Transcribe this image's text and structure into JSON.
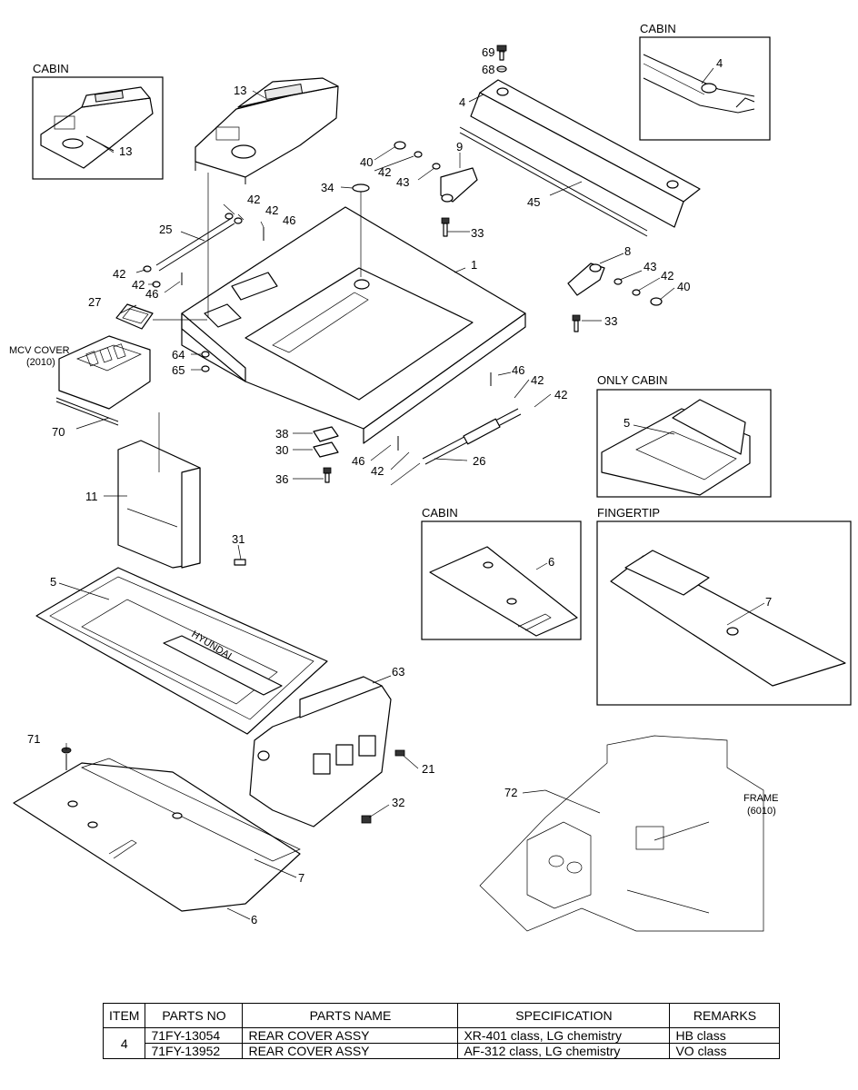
{
  "inset_titles": {
    "cabin_top_left": "CABIN",
    "cabin_top_right": "CABIN",
    "only_cabin": "ONLY CABIN",
    "cabin_mid": "CABIN",
    "fingertip": "FINGERTIP"
  },
  "annotations": {
    "mcv_cover": "MCV COVER",
    "mcv_cover_code": "(2010)",
    "frame": "FRAME",
    "frame_code": "(6010)"
  },
  "callouts": [
    "69",
    "68",
    "4",
    "4",
    "13",
    "13",
    "40",
    "42",
    "9",
    "43",
    "34",
    "45",
    "42",
    "42",
    "46",
    "25",
    "33",
    "1",
    "8",
    "43",
    "42",
    "40",
    "42",
    "42",
    "46",
    "27",
    "33",
    "64",
    "65",
    "46",
    "42",
    "42",
    "70",
    "38",
    "30",
    "46",
    "26",
    "42",
    "36",
    "11",
    "31",
    "5",
    "6",
    "5",
    "7",
    "63",
    "71",
    "21",
    "32",
    "7",
    "6",
    "72"
  ],
  "table": {
    "headers": [
      "ITEM",
      "PARTS NO",
      "PARTS NAME",
      "SPECIFICATION",
      "REMARKS"
    ],
    "item": "4",
    "rows": [
      {
        "parts_no": "71FY-13054",
        "parts_name": "REAR COVER ASSY",
        "specification": "XR-401 class, LG chemistry",
        "remarks": "HB class"
      },
      {
        "parts_no": "71FY-13952",
        "parts_name": "REAR COVER ASSY",
        "specification": "AF-312 class, LG chemistry",
        "remarks": "VO class"
      }
    ]
  }
}
